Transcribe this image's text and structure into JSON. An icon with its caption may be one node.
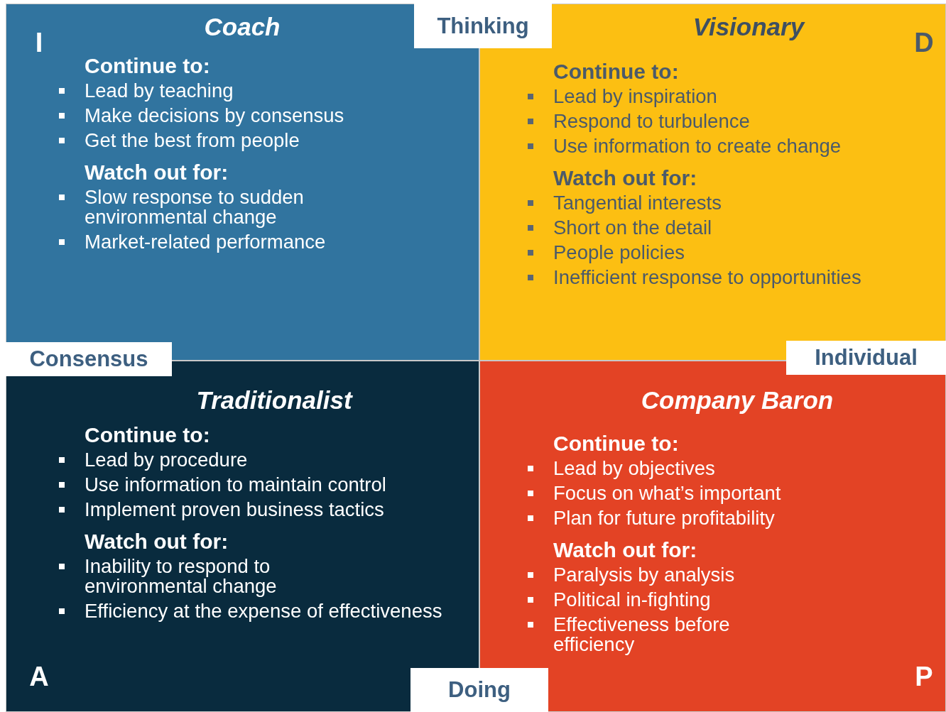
{
  "diagram": {
    "nodes": [
      {
        "text": [
          "Coach",
          "Continue to:",
          "Lead by teaching",
          "Make decisions by consensus",
          "Get the best from people",
          "Watch out for:",
          "Slow response to sudden environmental change",
          "Market-related performance"
        ]
      },
      {
        "text": [
          "Visionary",
          "Continue to:",
          "Lead by inspiration",
          "Respond to turbulence",
          "Use information to create change",
          "Watch out for:",
          "Tangential interests",
          "Short on the detail",
          "People policies",
          "Inefficient response to opportunities"
        ]
      },
      {
        "text": [
          "Traditionalist",
          "Continue to:",
          "Lead by procedure",
          "Use information to maintain control",
          "Implement proven business tactics",
          "Watch out for:",
          "Inability to respond to environmental change",
          "Efficiency at the expense of effectiveness"
        ]
      },
      {
        "text": [
          "Company Baron",
          "Continue to:",
          "Lead by objectives",
          "Focus on what’s important",
          "Plan for future profitability",
          "Watch out for:",
          "Paralysis by analysis",
          "Political in-fighting",
          "Effectiveness before efficiency"
        ]
      },
      {
        "text": [
          "Thinking"
        ]
      },
      {
        "text": [
          "Consensus"
        ]
      },
      {
        "text": [
          "Individual"
        ]
      },
      {
        "text": [
          "Doing"
        ]
      }
    ],
    "labels": [
      "I",
      "D",
      "A",
      "P"
    ]
  }
}
